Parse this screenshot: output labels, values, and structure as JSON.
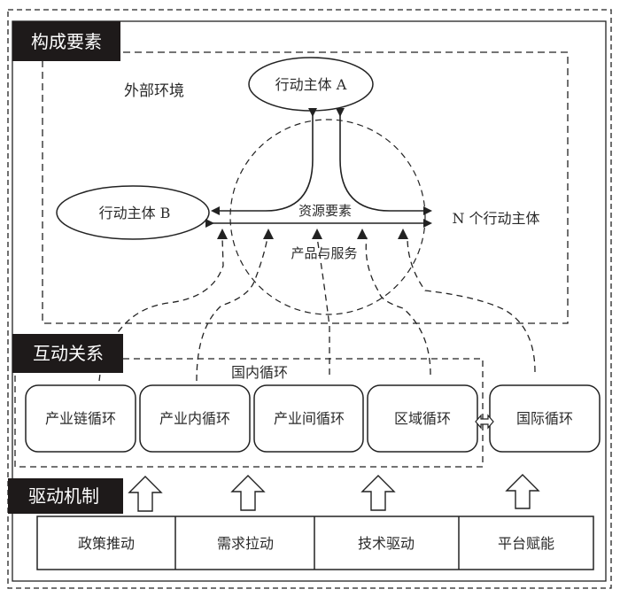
{
  "sections": {
    "components": "构成要素",
    "interaction": "互动关系",
    "driving": "驱动机制"
  },
  "environment_label": "外部环境",
  "actors": {
    "a": "行动主体 A",
    "b": "行动主体 B",
    "n": "N 个行动主体"
  },
  "flows": {
    "resources": "资源要素",
    "products": "产品与服务"
  },
  "domestic_label": "国内循环",
  "circulations": [
    "产业链循环",
    "产业内循环",
    "产业间循环",
    "区域循环",
    "国际循环"
  ],
  "drivers": [
    "政策推动",
    "需求拉动",
    "技术驱动",
    "平台赋能"
  ],
  "colors": {
    "label_bg": "#1e1a1a",
    "line": "#222222"
  }
}
